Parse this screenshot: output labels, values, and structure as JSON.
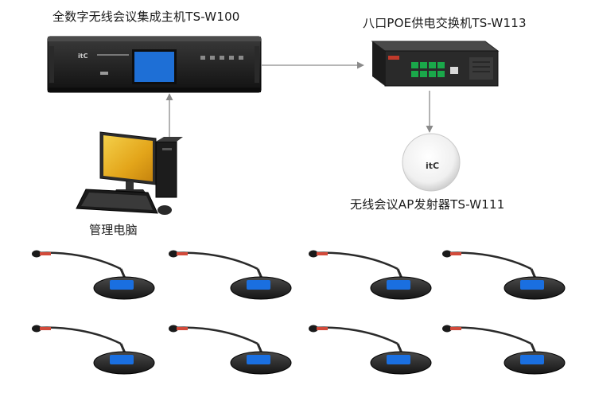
{
  "diagram": {
    "host": {
      "label": "全数字无线会议集成主机TS-W100",
      "brand": "itC"
    },
    "switch": {
      "label": "八口POE供电交换机TS-W113"
    },
    "access_point": {
      "label": "无线会议AP发射器TS-W111",
      "brand": "itC"
    },
    "computer": {
      "label": "管理电脑"
    },
    "microphones": {
      "count": 8,
      "rows": 2,
      "columns": 4
    },
    "colors": {
      "host_body": "#1b1b1b",
      "host_screen": "#1e6fd6",
      "switch_body": "#2a2a2a",
      "switch_top": "#4a4a4a",
      "poe_port": "#1aa84a",
      "ap_body": "#f2f2f2",
      "connector": "#8a8a8a",
      "mic_screen": "#1a6fe0",
      "mic_base": "#2b2b2b",
      "pc_screen": "#e8b21d"
    }
  }
}
